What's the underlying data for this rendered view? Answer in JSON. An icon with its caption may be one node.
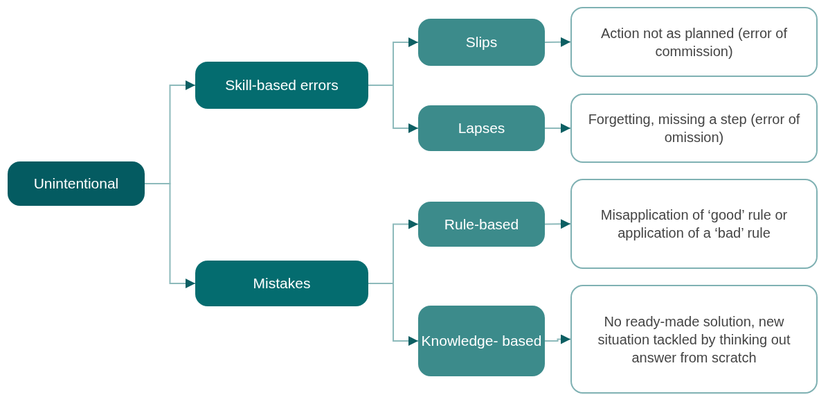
{
  "diagram": {
    "nodes": [
      {
        "text": [
          "Unintentional"
        ]
      },
      {
        "text": [
          "Skill-based errors"
        ]
      },
      {
        "text": [
          "Mistakes"
        ]
      },
      {
        "text": [
          "Slips"
        ]
      },
      {
        "text": [
          "Lapses"
        ]
      },
      {
        "text": [
          "Rule-based"
        ]
      },
      {
        "text": [
          "Knowledge- based"
        ]
      },
      {
        "text": [
          "Action not as planned (error of commission)"
        ]
      },
      {
        "text": [
          "Forgetting, missing a step (error of omission)"
        ]
      },
      {
        "text": [
          "Misapplication of ‘good’ rule or application of a ‘bad’ rule"
        ]
      },
      {
        "text": [
          "No ready-made solution, new situation tackled by thinking out answer from scratch"
        ]
      }
    ],
    "edges": [
      {
        "from": 0,
        "to": 1,
        "arrow": "to"
      },
      {
        "from": 0,
        "to": 2,
        "arrow": "to"
      },
      {
        "from": 1,
        "to": 3,
        "arrow": "to"
      },
      {
        "from": 1,
        "to": 4,
        "arrow": "to"
      },
      {
        "from": 2,
        "to": 5,
        "arrow": "to"
      },
      {
        "from": 2,
        "to": 6,
        "arrow": "to"
      },
      {
        "from": 3,
        "to": 7,
        "arrow": "to"
      },
      {
        "from": 4,
        "to": 8,
        "arrow": "to"
      },
      {
        "from": 5,
        "to": 9,
        "arrow": "to"
      },
      {
        "from": 6,
        "to": 10,
        "arrow": "to"
      }
    ]
  }
}
